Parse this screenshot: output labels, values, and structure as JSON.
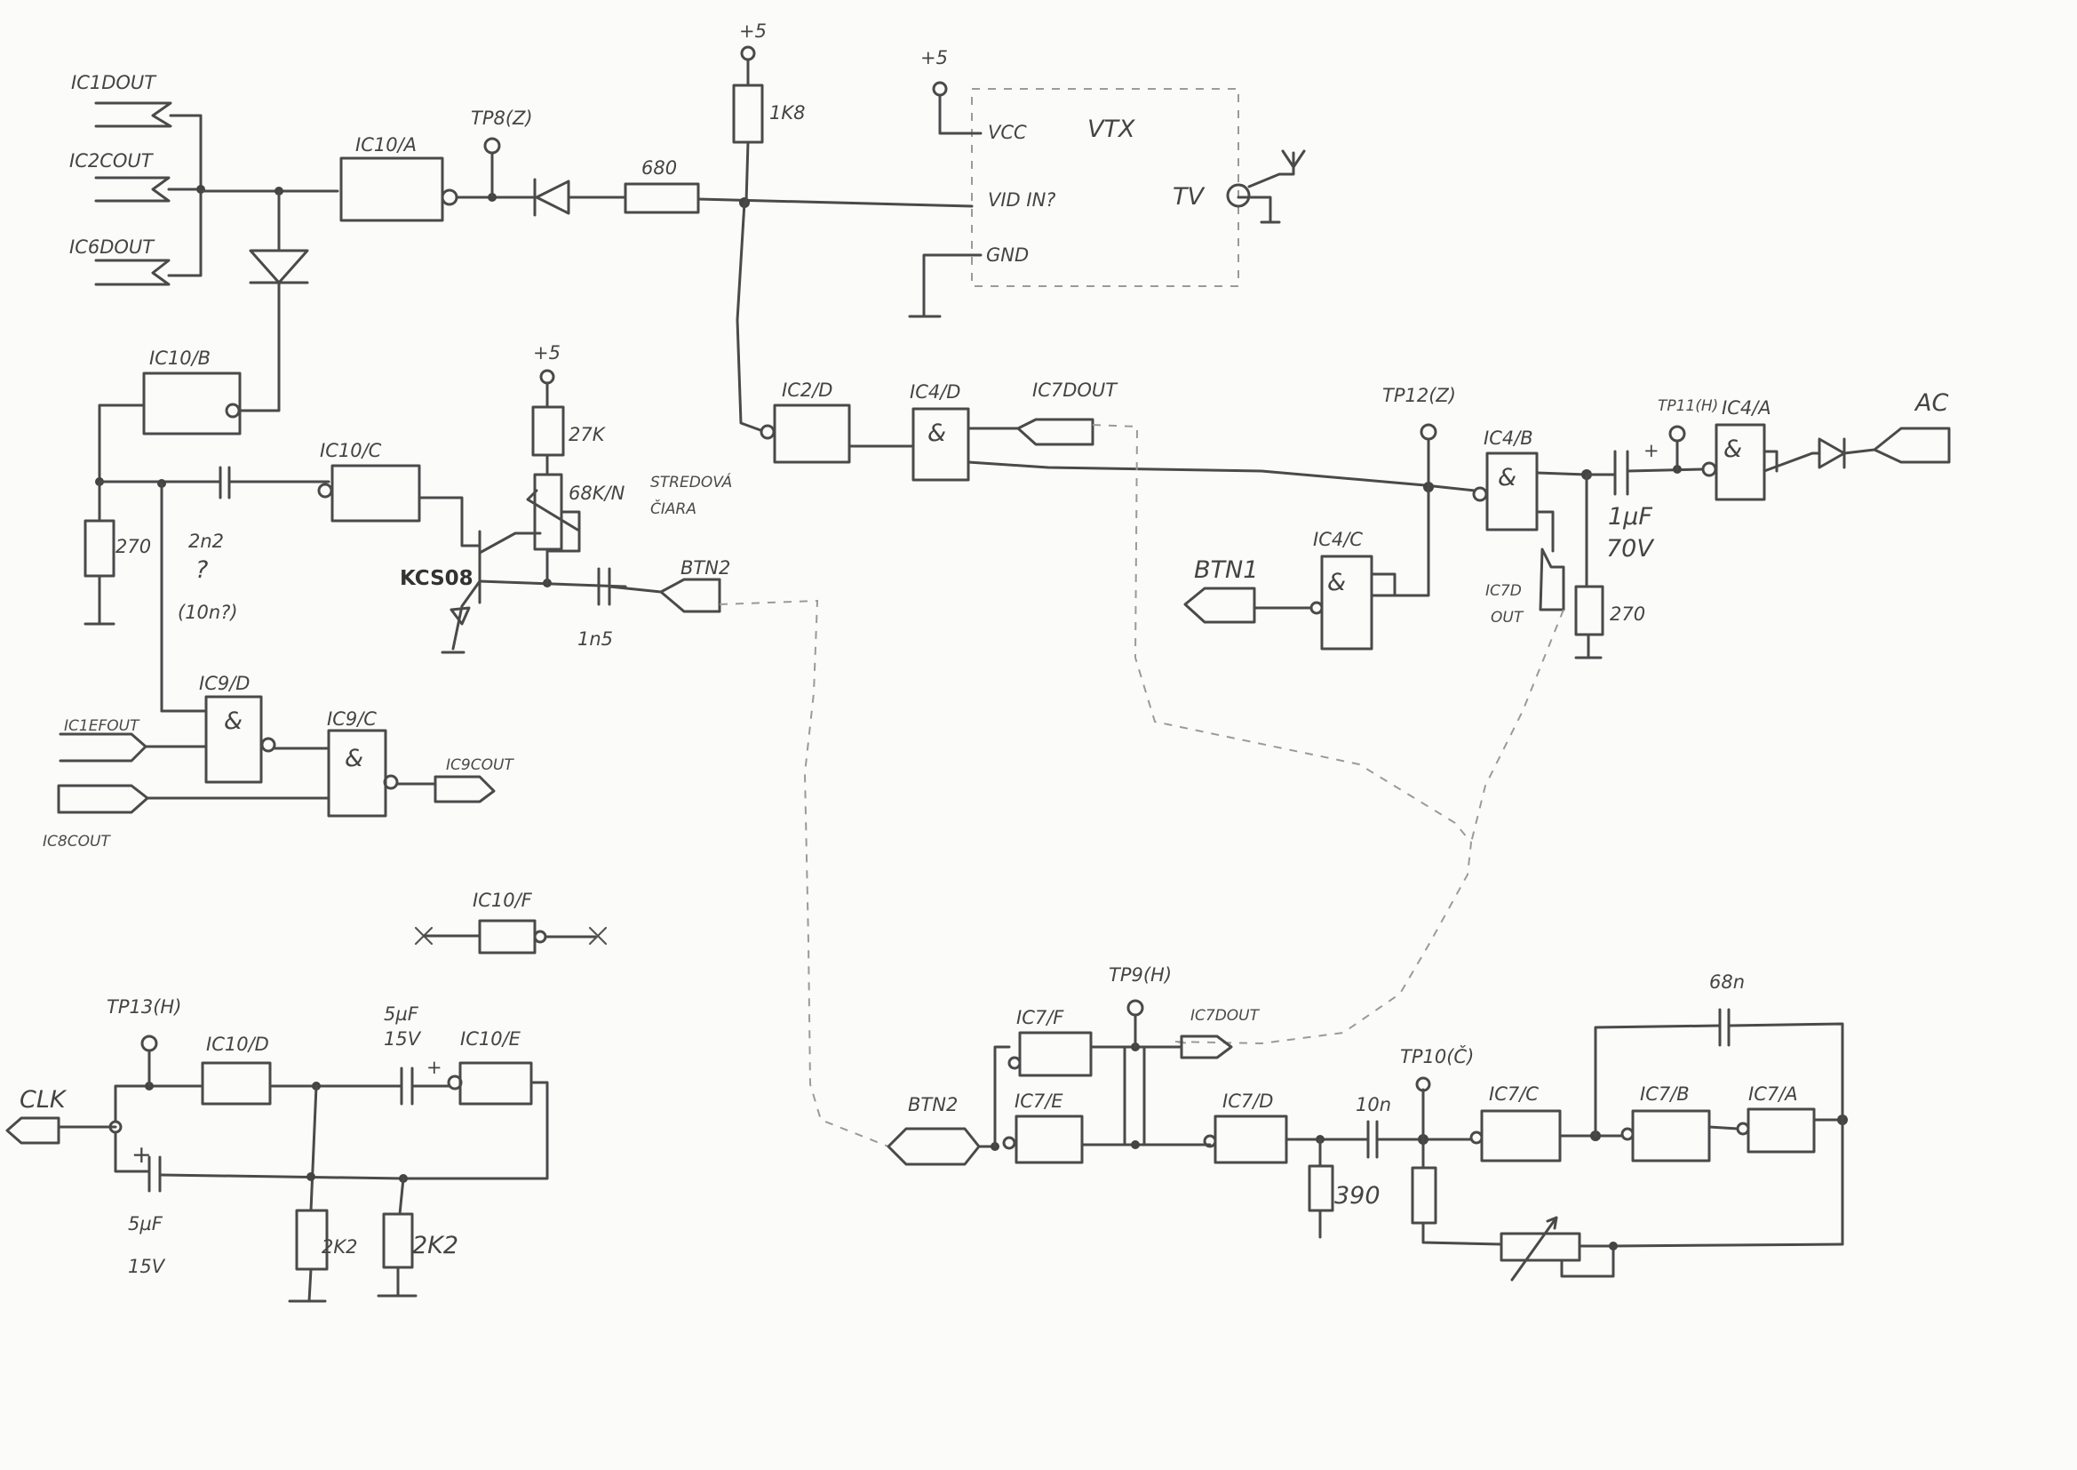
{
  "schematic": {
    "video_path": {
      "ic1d_out": "IC1DOUT",
      "ic2c_out": "IC2COUT",
      "ic6d_out": "IC6DOUT",
      "ic10a": "IC10/A",
      "tp8": "TP8(Z)",
      "r680": "680",
      "plus5_top": "+5",
      "r1k8": "1K8",
      "plus5_vtx": "+5",
      "vtx_vcc": "VCC",
      "vtx_title": "VTX",
      "vtx_vidin": "VID IN?",
      "vtx_gnd": "GND",
      "vtx_tv": "TV"
    },
    "middle_left": {
      "ic10b": "IC10/B",
      "r270": "270",
      "c2n2": "2n2",
      "question": "?",
      "c10n": "(10n?)",
      "ic10c": "IC10/C",
      "transistor": "KCS08",
      "plus5": "+5",
      "r27k": "27K",
      "r68k": "68K/N",
      "stredova": "STREDOVÁ",
      "ciara": "ČIARA",
      "c1n5": "1n5",
      "btn2": "BTN2"
    },
    "middle_right": {
      "ic2d": "IC2/D",
      "ic4d": "IC4/D",
      "ic7d_out": "IC7DOUT",
      "tp12": "TP12(Z)",
      "ic4b": "IC4/B",
      "ic4c": "IC4/C",
      "btn1": "BTN1",
      "ic7d_out2_a": "IC7D",
      "ic7d_out2_b": "OUT",
      "tp11": "TP11(H)",
      "ic4a": "IC4/A",
      "ac": "AC",
      "c1uf": "1µF",
      "c1uf_v": "70V",
      "r270": "270",
      "cap_plus": "+"
    },
    "ic9_block": {
      "ic1ef_out": "IC1EFOUT",
      "ic9d": "IC9/D",
      "ic9c": "IC9/C",
      "ic9c_out": "IC9COUT",
      "ic8c_out": "IC8COUT"
    },
    "spare": {
      "ic10f": "IC10/F"
    },
    "clock": {
      "clk": "CLK",
      "tp13": "TP13(H)",
      "ic10d": "IC10/D",
      "c5uf_top_a": "5µF",
      "c5uf_top_b": "15V",
      "ic10e": "IC10/E",
      "cap_plus": "+",
      "c5uf_bot_a": "5µF",
      "c5uf_bot_b": "15V",
      "r2k2_a": "2K2",
      "r2k2_b": "2K2"
    },
    "ic7_block": {
      "btn2": "BTN2",
      "ic7f": "IC7/F",
      "tp9": "TP9(H)",
      "ic7d_out": "IC7DOUT",
      "ic7e": "IC7/E",
      "ic7d": "IC7/D",
      "c10n": "10n",
      "tp10": "TP10(Č)",
      "ic7c": "IC7/C",
      "ic7b": "IC7/B",
      "ic7a": "IC7/A",
      "c68n": "68n",
      "r390": "390"
    }
  }
}
